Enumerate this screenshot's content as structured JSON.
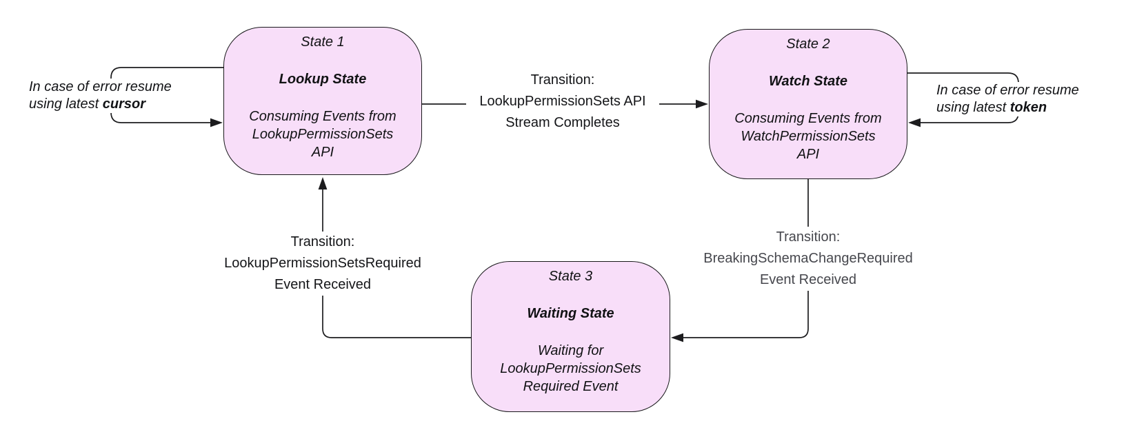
{
  "diagram": {
    "states": [
      {
        "title": "State 1",
        "name": "Lookup State",
        "body": "Consuming Events from\nLookupPermissionSets\nAPI"
      },
      {
        "title": "State 2",
        "name": "Watch State",
        "body": "Consuming Events from\nWatchPermissionSets\nAPI"
      },
      {
        "title": "State 3",
        "name": "Waiting State",
        "body": "Waiting for\nLookupPermissionSets\nRequired Event"
      }
    ],
    "transitions": {
      "lookup_to_watch": "Transition:\nLookupPermissionSets API\nStream Completes",
      "watch_to_waiting": "Transition:\nBreakingSchemaChangeRequired\nEvent Received",
      "waiting_to_lookup": "Transition:\nLookupPermissionSetsRequired\nEvent Received"
    },
    "error_loops": {
      "lookup_error": {
        "prefix": "In case of error resume\nusing latest ",
        "keyword": "cursor"
      },
      "watch_error": {
        "prefix": "In case of error resume\nusing latest ",
        "keyword": "token"
      }
    },
    "colors": {
      "state_fill": "#f8def9",
      "state_border": "#18181a",
      "edge": "#1c1c1e",
      "label_text": "#141518",
      "label_text_muted": "#46474d",
      "background": "#ffffff"
    }
  }
}
